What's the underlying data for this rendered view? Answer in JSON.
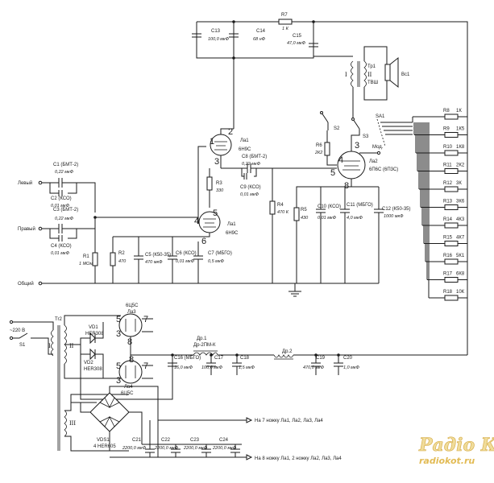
{
  "schematic": {
    "inputs": {
      "left": "Левый",
      "right": "Правый",
      "common": "Общий",
      "mains": "~220 В"
    },
    "switches": {
      "s1": "S1",
      "s2": "S2",
      "s3": "S3",
      "sa1": "SA1"
    },
    "transformers": {
      "tr1": "Тр1",
      "tr1_type": "ТВШ",
      "tr2": "Tr2",
      "winding_1": "I",
      "winding_2": "II",
      "winding_3": "III"
    },
    "speaker": "Вс1",
    "tubes": {
      "la1": "Ла1",
      "la1_type": "6Н9С",
      "la2": "Ла2",
      "la2_type": "6П6С (6П3С)",
      "la3": "Ла3",
      "la4": "Ла4",
      "rect_type": "6Ц5С"
    },
    "pins": {
      "la1a_anode": "2",
      "la1a_grid": "1",
      "la1a_cathode": "3",
      "la1b_grid": "4",
      "la1b_anode": "5",
      "la1b_cathode": "6",
      "la2_anode": "3",
      "la2_grid": "4",
      "la2_screen": "5",
      "la2_cathode": "8",
      "la3_p5": "5",
      "la3_p7": "7",
      "la3_p3": "3",
      "la3_p8": "8",
      "la4_p5": "5",
      "la4_p7": "7",
      "la4_p3": "3",
      "la4_p8": "8"
    },
    "output_label": "Мод.",
    "capacitors": {
      "c1": "C1 (БМТ-2)",
      "c1_val": "0,22 мкФ",
      "c2": "C2 (КСО)",
      "c2_val": "0,01 мкФ",
      "c3": "C3 (БМТ-2)",
      "c3_val": "0,22 мкФ",
      "c4": "C4 (КСО)",
      "c4_val": "0,01 мкФ",
      "c5": "C5 (К50-35)",
      "c5_val": "470 мкФ",
      "c6": "C6 (КСО)",
      "c6_val": "0,01 мкФ",
      "c7": "C7 (МБГО)",
      "c7_val": "0,5 мкФ",
      "c8": "C8 (БМТ-2)",
      "c8_val": "0,22 мкФ",
      "c9": "C9 (КСО)",
      "c9_val": "0,01 мкФ",
      "c10": "C10 (КСО)",
      "c10_val": "0,01 мкФ",
      "c11": "C11 (МБГО)",
      "c11_val": "4,0 мкФ",
      "c12": "C12 (К50-35)",
      "c12_val": "1000 мкФ",
      "c13": "C13",
      "c13_val": "100,0 мкФ",
      "c14": "C14",
      "c14_val": "68 нФ",
      "c15": "C15",
      "c15_val": "47,0 мкФ",
      "c16": "C16 (МБГО)",
      "c16_val": "16,0 мкФ",
      "c17": "C17",
      "c17_val": "100,0 мкФ",
      "c18": "C18",
      "c18_val": "1,5 мкФ",
      "c19": "C19",
      "c19_val": "470,0 мкФ",
      "c20": "C20",
      "c20_val": "1,0 мкФ",
      "c21": "C21",
      "c21_val": "2200,0 мкФ",
      "c22": "C22",
      "c22_val": "2200,0 мкФ",
      "c23": "C23",
      "c23_val": "2200,0 мкФ",
      "c24": "C24",
      "c24_val": "2200,0 мкФ"
    },
    "resistors": {
      "r1": "R1",
      "r1_val": "1 МОм",
      "r2": "R2",
      "r2_val": "470",
      "r3": "R3",
      "r3_val": "330",
      "r4": "R4",
      "r4_val": "470 К",
      "r5": "R5",
      "r5_val": "430",
      "r6": "R6",
      "r6_val": "2К2",
      "r7": "R7",
      "r7_val": "1 К"
    },
    "bank": [
      {
        "ref": "R8",
        "val": "1К"
      },
      {
        "ref": "R9",
        "val": "1К5"
      },
      {
        "ref": "R10",
        "val": "1К8"
      },
      {
        "ref": "R11",
        "val": "2К2"
      },
      {
        "ref": "R12",
        "val": "3К"
      },
      {
        "ref": "R13",
        "val": "3К6"
      },
      {
        "ref": "R14",
        "val": "4К3"
      },
      {
        "ref": "R15",
        "val": "4К7"
      },
      {
        "ref": "R16",
        "val": "5К1"
      },
      {
        "ref": "R17",
        "val": "6К8"
      },
      {
        "ref": "R18",
        "val": "10К"
      }
    ],
    "chokes": {
      "dr1": "Др.1",
      "dr1_type": "Др-2ПМ-К",
      "dr2": "Др.2"
    },
    "diodes": {
      "vd1": "VD1",
      "vd1_type": "HER308",
      "vd2": "VD2",
      "vd2_type": "HER308",
      "vds1": "VDS1",
      "vds1_type": "4 HER605"
    },
    "notes": {
      "pin7": "На 7 ножку Ла1, Ла2, Ла3, Ла4",
      "pin8": "На 8 ножку Ла1, 2 ножку Ла2, Ла3, Ла4"
    },
    "watermark": {
      "line1": "Радіо КОТ",
      "line2": "radiokot.ru"
    }
  }
}
